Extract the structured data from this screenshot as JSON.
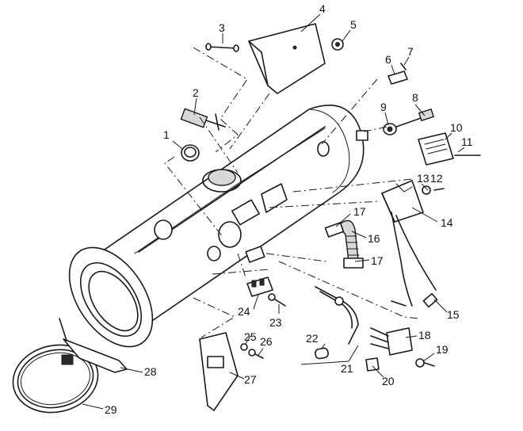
{
  "callouts": [
    {
      "id": 1,
      "label": "1"
    },
    {
      "id": 2,
      "label": "2"
    },
    {
      "id": 3,
      "label": "3"
    },
    {
      "id": 4,
      "label": "4"
    },
    {
      "id": 5,
      "label": "5"
    },
    {
      "id": 6,
      "label": "6"
    },
    {
      "id": 7,
      "label": "7"
    },
    {
      "id": 8,
      "label": "8"
    },
    {
      "id": 9,
      "label": "9"
    },
    {
      "id": 10,
      "label": "10"
    },
    {
      "id": 11,
      "label": "11"
    },
    {
      "id": 12,
      "label": "12"
    },
    {
      "id": 13,
      "label": "13"
    },
    {
      "id": 14,
      "label": "14"
    },
    {
      "id": 15,
      "label": "15"
    },
    {
      "id": 16,
      "label": "16"
    },
    {
      "id": 17,
      "label": "17"
    },
    {
      "id": 18,
      "label": "18"
    },
    {
      "id": 19,
      "label": "19"
    },
    {
      "id": 20,
      "label": "20"
    },
    {
      "id": 21,
      "label": "21"
    },
    {
      "id": 22,
      "label": "22"
    },
    {
      "id": 23,
      "label": "23"
    },
    {
      "id": 24,
      "label": "24"
    },
    {
      "id": 25,
      "label": "25"
    },
    {
      "id": 26,
      "label": "26"
    },
    {
      "id": 27,
      "label": "27"
    },
    {
      "id": 28,
      "label": "28"
    },
    {
      "id": 29,
      "label": "29"
    }
  ],
  "second_17": {
    "label": "17"
  }
}
